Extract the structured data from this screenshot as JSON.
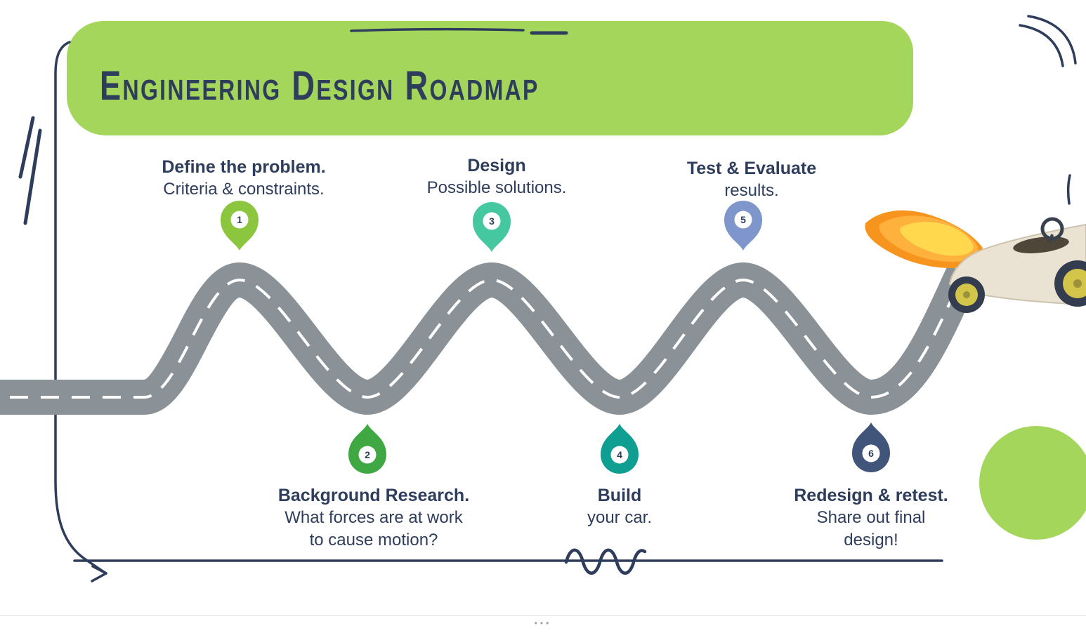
{
  "title": "Engineering Design Roadmap",
  "steps": [
    {
      "num": "1",
      "title": "Define the problem.",
      "lines": [
        "Criteria & constraints."
      ],
      "color": "#8cc63f",
      "position": "top"
    },
    {
      "num": "2",
      "title": "Background Research.",
      "lines": [
        "What forces are at work",
        "to cause motion?"
      ],
      "color": "#3fa843",
      "position": "bottom"
    },
    {
      "num": "3",
      "title": "Design",
      "lines": [
        "Possible solutions."
      ],
      "color": "#45c8a0",
      "position": "top"
    },
    {
      "num": "4",
      "title": "Build",
      "lines": [
        "your car."
      ],
      "color": "#0f9f92",
      "position": "bottom"
    },
    {
      "num": "5",
      "title": "Test & Evaluate",
      "lines": [
        "results."
      ],
      "color": "#7e96cc",
      "position": "top"
    },
    {
      "num": "6",
      "title": "Redesign & retest.",
      "lines": [
        "Share out final",
        "design!"
      ],
      "color": "#41547a",
      "position": "bottom"
    }
  ],
  "colors": {
    "banner_green": "#a5d65c",
    "accent_navy": "#2e3d5c",
    "road_gray": "#8a9197",
    "road_dash_white": "#ffffff",
    "circle_green": "#a5d65c",
    "flame_orange": "#f7941e",
    "flame_yellow": "#ffd84d",
    "car_body": "#eae2d2",
    "wheel_yellow": "#d3c549"
  },
  "footer": {
    "dots": "•••"
  }
}
